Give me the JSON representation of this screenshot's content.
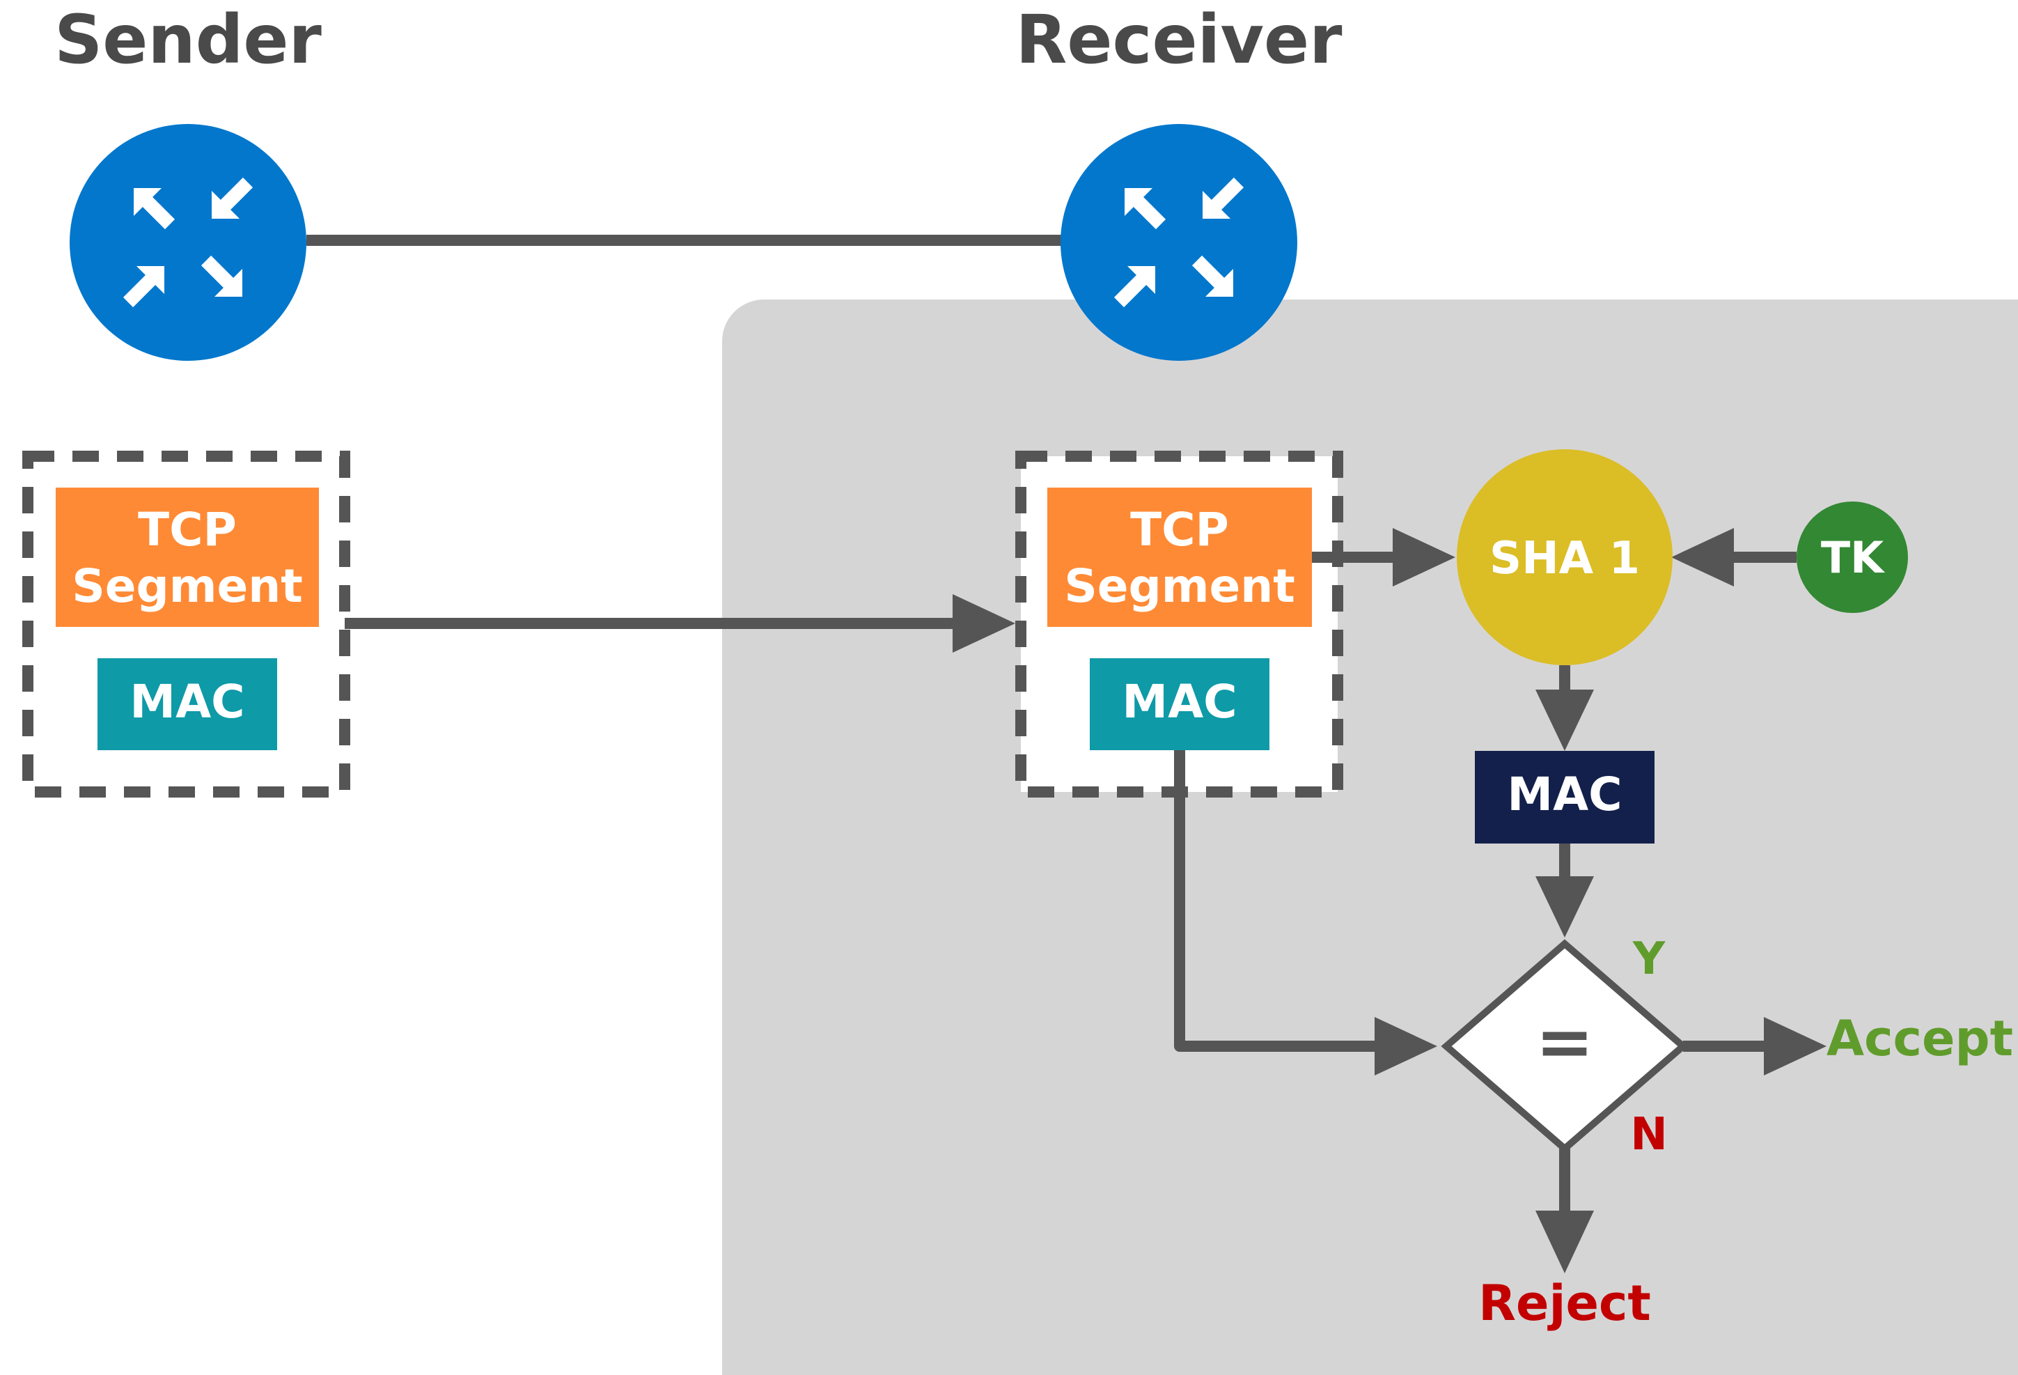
{
  "sender": {
    "title": "Sender",
    "router_icon": "router-icon",
    "packet": {
      "segment_line1": "TCP",
      "segment_line2": "Segment",
      "mac": "MAC"
    }
  },
  "receiver": {
    "title": "Receiver",
    "router_icon": "router-icon",
    "packet": {
      "segment_line1": "TCP",
      "segment_line2": "Segment",
      "mac": "MAC"
    },
    "hash": "SHA 1",
    "key": "TK",
    "computed_mac": "MAC",
    "compare": {
      "symbol": "=",
      "yes": "Y",
      "no": "N",
      "accept": "Accept",
      "reject": "Reject"
    }
  },
  "colors": {
    "router": "#0277cc",
    "segment": "#ff8a35",
    "mac": "#0e9aa7",
    "computed_mac": "#13204b",
    "hash": "#dbbd26",
    "key": "#338833",
    "panel": "#d6d5d6",
    "line": "#555555",
    "title": "#4a4a4a",
    "accept": "#5f9c2c",
    "reject": "#c20000"
  }
}
